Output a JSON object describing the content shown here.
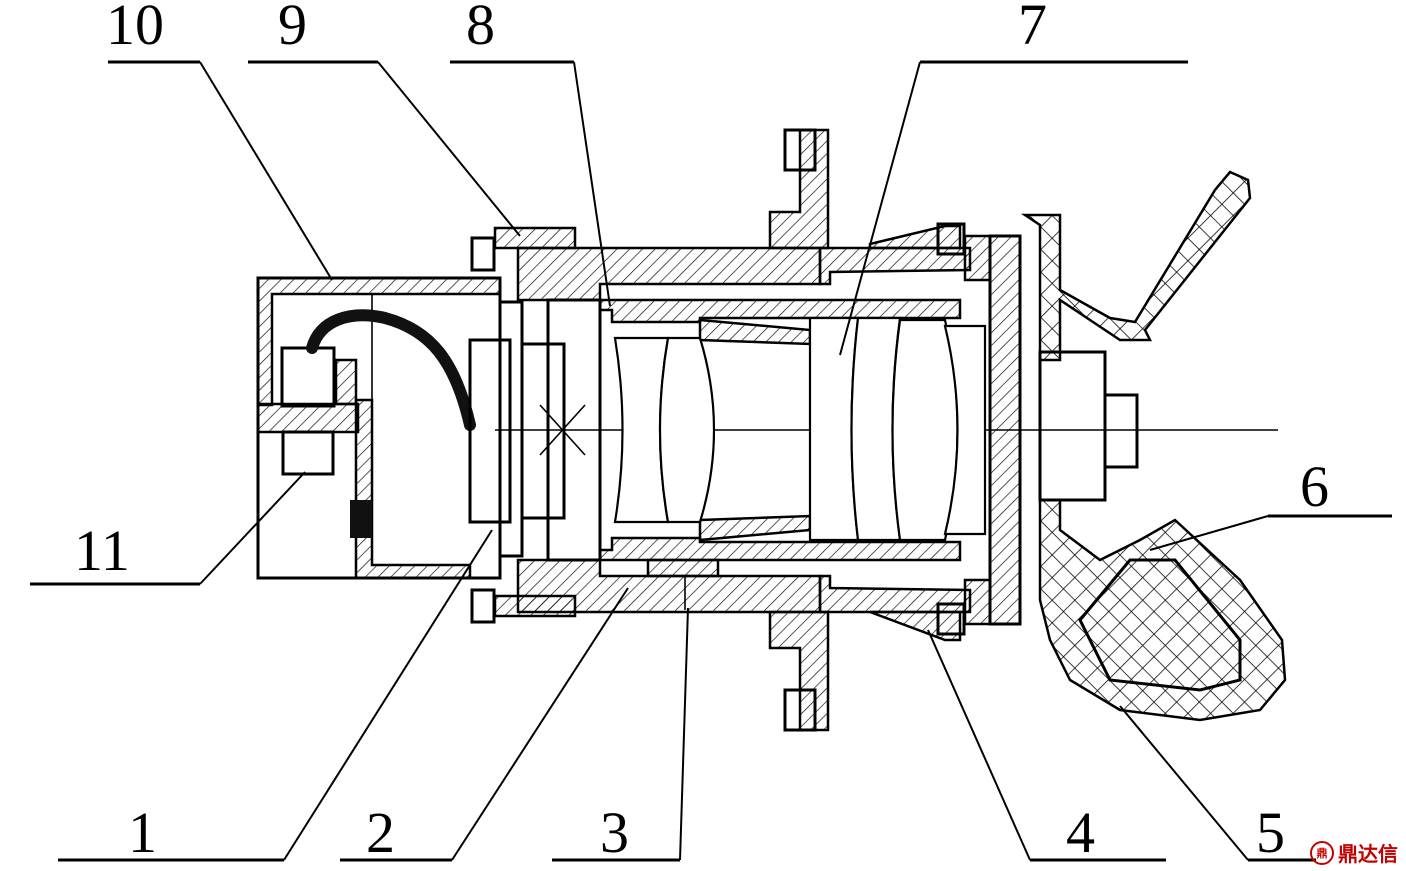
{
  "diagram": {
    "callouts": [
      {
        "id": "c10",
        "label": "10"
      },
      {
        "id": "c9",
        "label": "9"
      },
      {
        "id": "c8",
        "label": "8"
      },
      {
        "id": "c7",
        "label": "7"
      },
      {
        "id": "c6",
        "label": "6"
      },
      {
        "id": "c11",
        "label": "11"
      },
      {
        "id": "c1",
        "label": "1"
      },
      {
        "id": "c2",
        "label": "2"
      },
      {
        "id": "c3",
        "label": "3"
      },
      {
        "id": "c4",
        "label": "4"
      },
      {
        "id": "c5",
        "label": "5"
      }
    ]
  },
  "watermark": {
    "logo_text": "鼎",
    "text": "鼎达信"
  }
}
